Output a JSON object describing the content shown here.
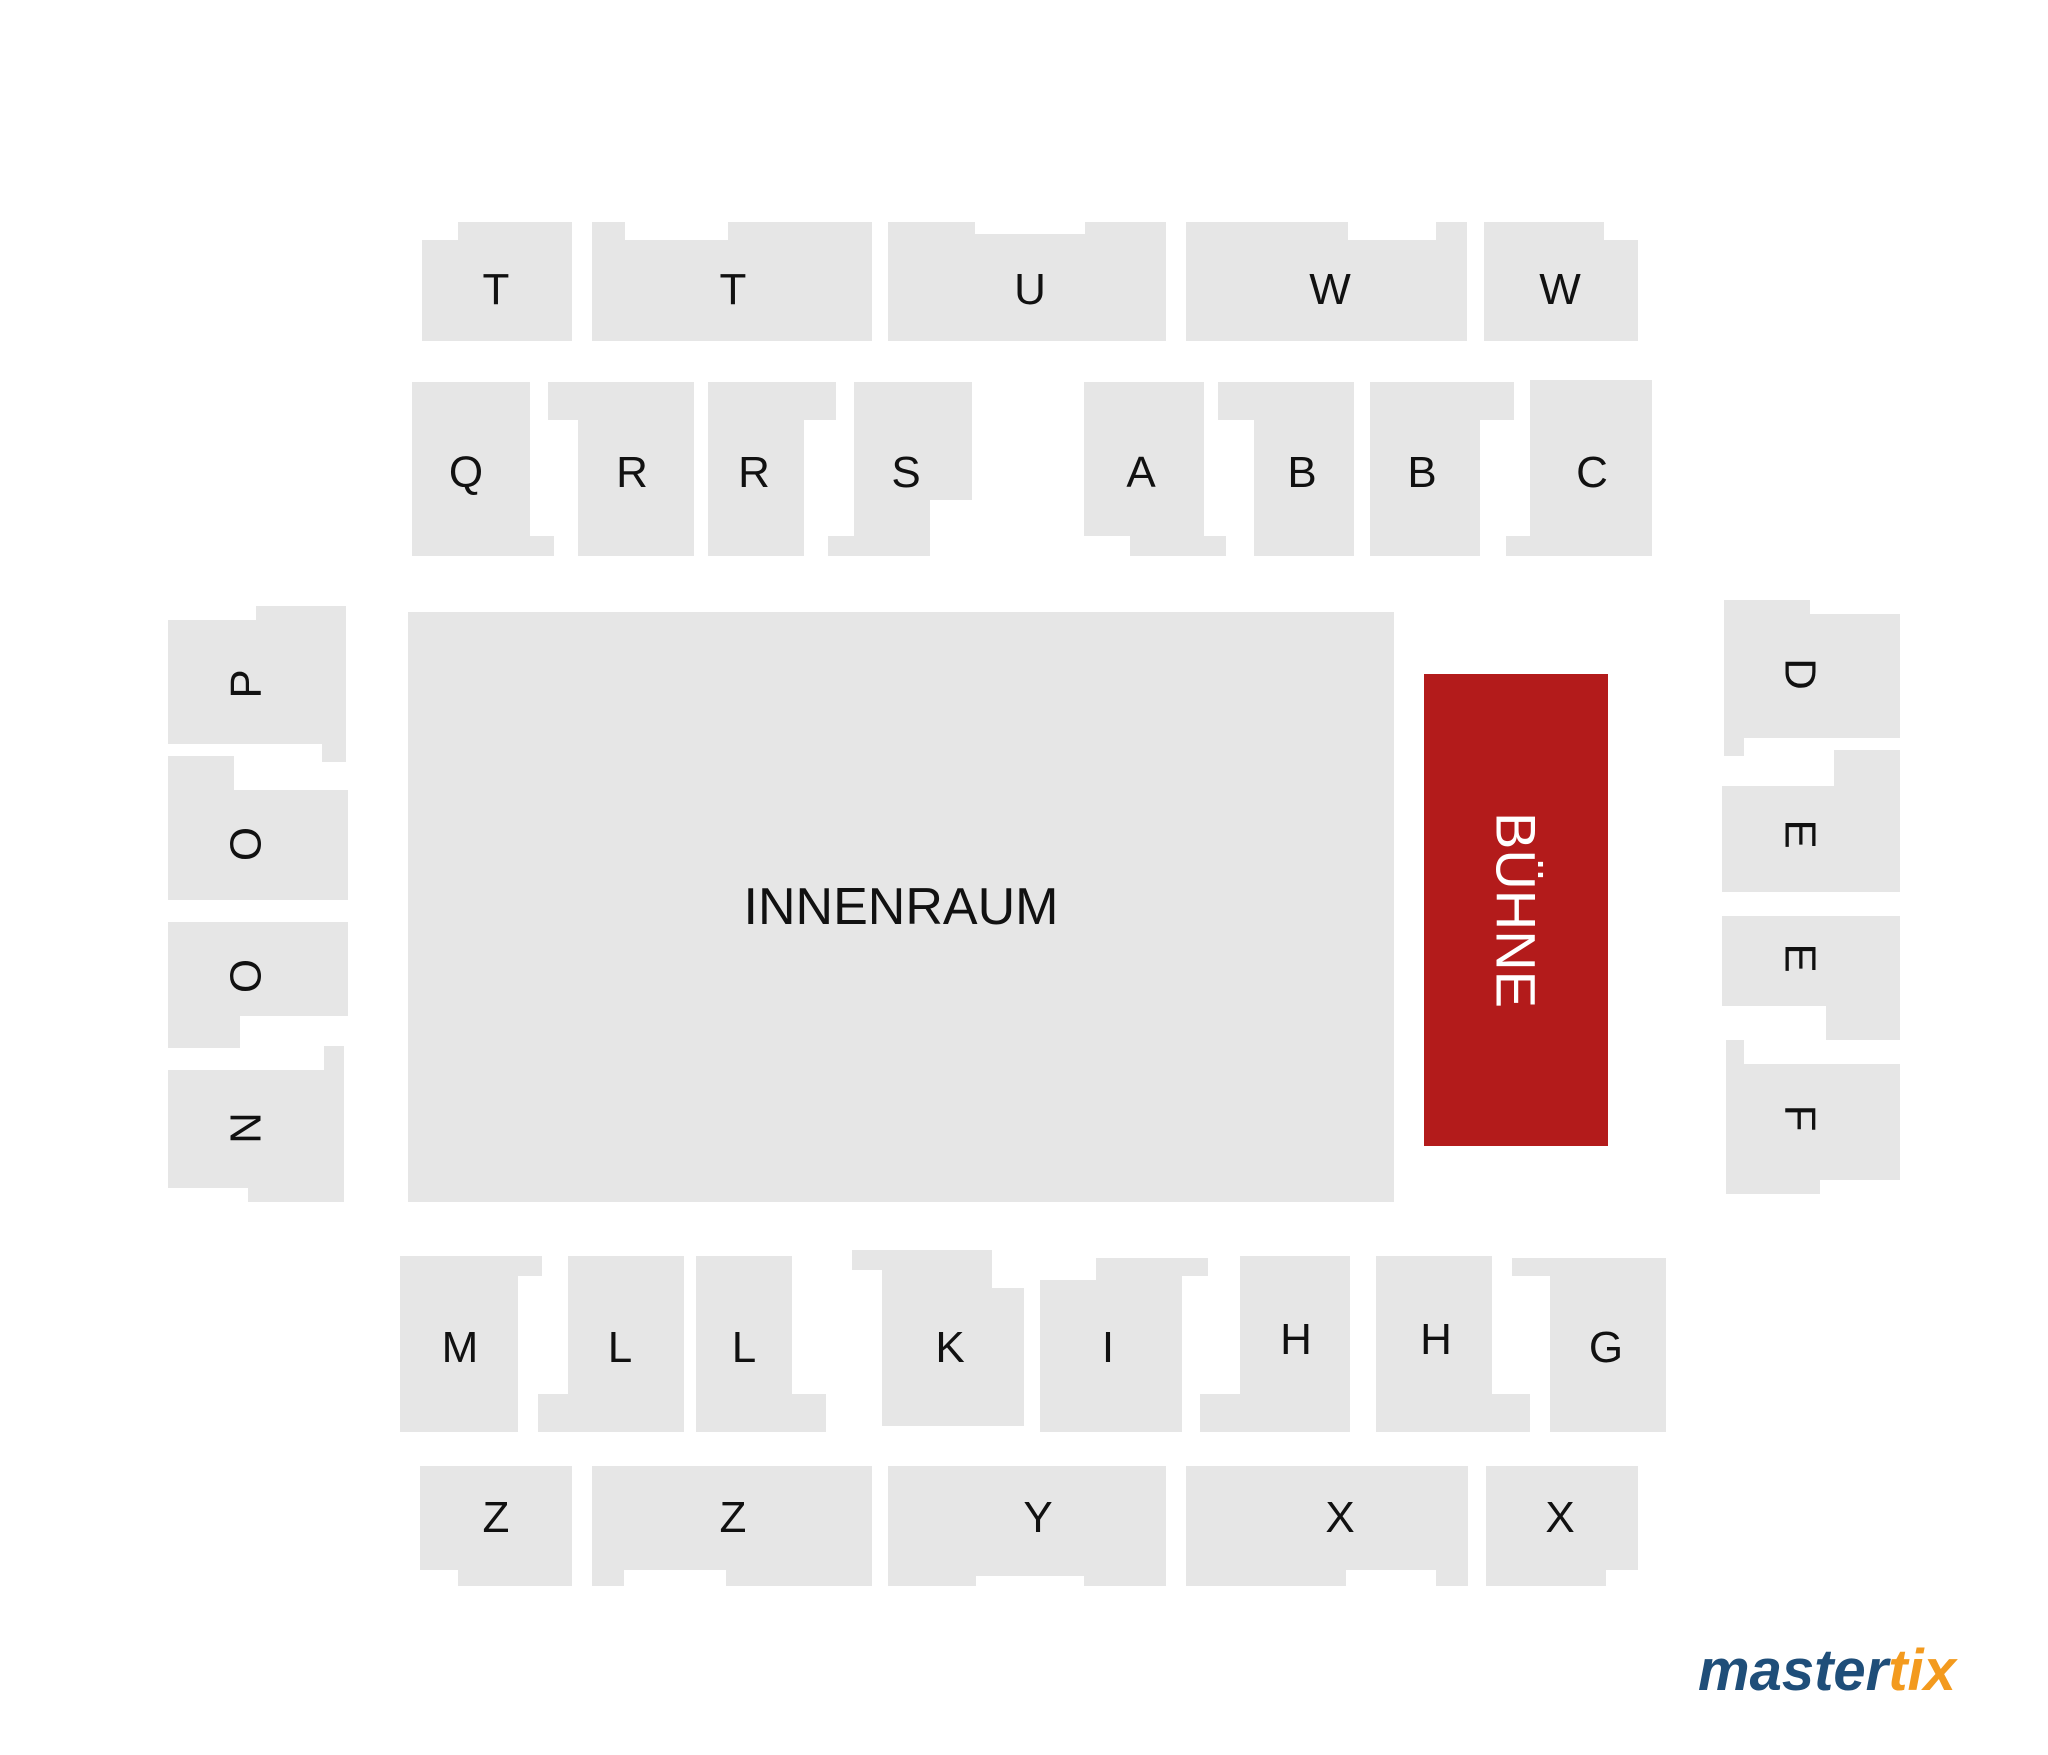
{
  "floor": {
    "label": "INNENRAUM"
  },
  "stage": {
    "label": "BÜHNE",
    "color": "#b31b1b"
  },
  "section_color": "#e6e6e6",
  "sections": {
    "top_outer": [
      "T",
      "T",
      "U",
      "W",
      "W"
    ],
    "top_inner": [
      "Q",
      "R",
      "R",
      "S",
      "A",
      "B",
      "B",
      "C"
    ],
    "left": [
      "P",
      "O",
      "O",
      "N"
    ],
    "right": [
      "D",
      "E",
      "E",
      "F"
    ],
    "bottom_inner": [
      "M",
      "L",
      "L",
      "K",
      "I",
      "H",
      "H",
      "G"
    ],
    "bottom_outer": [
      "Z",
      "Z",
      "Y",
      "X",
      "X"
    ]
  },
  "brand": {
    "part1": "master",
    "part2": "tix",
    "color1": "#1f4e79",
    "color2": "#f39a1e"
  }
}
